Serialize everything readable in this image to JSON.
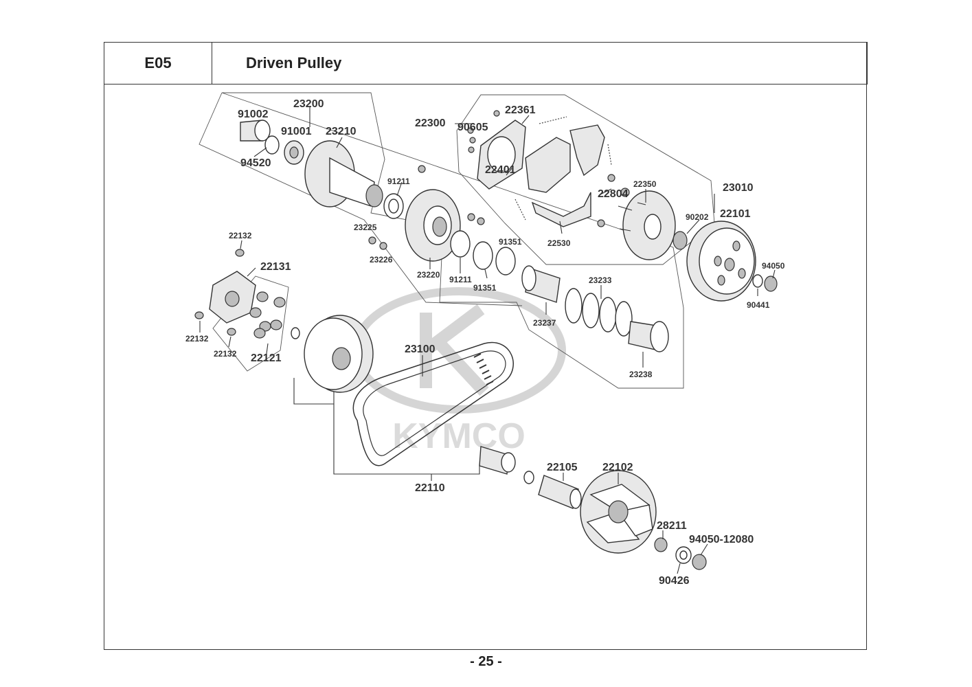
{
  "header": {
    "section_code": "E05",
    "title": "Driven Pulley"
  },
  "watermark": {
    "brand": "KYMCO"
  },
  "parts": {
    "p23200": "23200",
    "p91002": "91002",
    "p91001": "91001",
    "p23210": "23210",
    "p94520": "94520",
    "p91211a": "91211",
    "p22300": "22300",
    "p90605": "90605",
    "p22361": "22361",
    "p22401": "22401",
    "p22804": "22804",
    "p22350": "22350",
    "p23010": "23010",
    "p22101": "22101",
    "p90202": "90202",
    "p22530": "22530",
    "p23225": "23225",
    "p23226": "23226",
    "p23220": "23220",
    "p91211b": "91211",
    "p91351a": "91351",
    "p91351b": "91351",
    "p23233": "23233",
    "p23237": "23237",
    "p23238": "23238",
    "p94050": "94050",
    "p90441": "90441",
    "p22132a": "22132",
    "p22131": "22131",
    "p22132b": "22132",
    "p22132c": "22132",
    "p22121": "22121",
    "p23100": "23100",
    "p22110": "22110",
    "p22105": "22105",
    "p22102": "22102",
    "p28211": "28211",
    "p94050_12080": "94050-12080",
    "p90426": "90426"
  },
  "footer": {
    "page_number": "- 25 -"
  }
}
